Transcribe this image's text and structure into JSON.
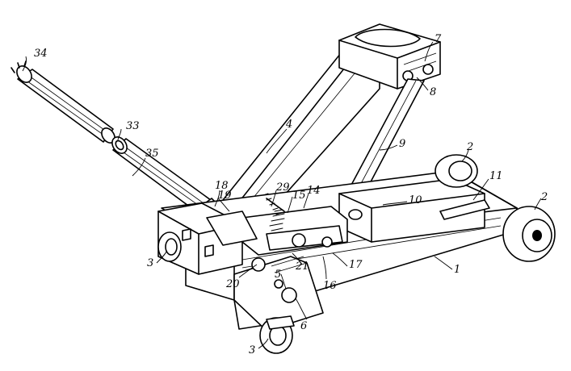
{
  "figure": {
    "reference_numerals": [
      "1",
      "2",
      "2",
      "3",
      "3",
      "4",
      "5",
      "6",
      "7",
      "8",
      "9",
      "10",
      "11",
      "14",
      "15",
      "16",
      "17",
      "18",
      "19",
      "20",
      "21",
      "29",
      "33",
      "34",
      "35"
    ]
  }
}
